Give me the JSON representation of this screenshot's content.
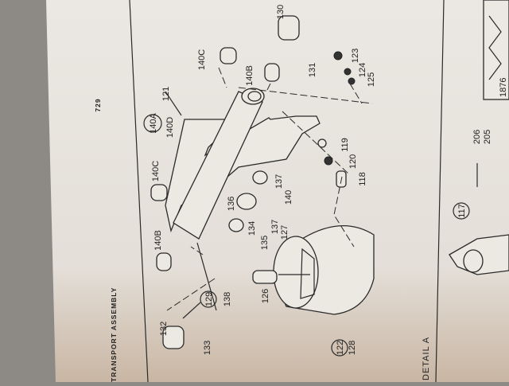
{
  "page": {
    "page_number": "729",
    "section_title": "TRANSPORT ASSEMBLY",
    "detail_caption": "DETAIL A",
    "next_figure_label": "1876"
  },
  "callouts": {
    "p130": "130",
    "p140c_top": "140C",
    "p140b_top": "140B",
    "p131": "131",
    "p123": "123",
    "p124": "124",
    "p125": "125",
    "p121": "121",
    "p140a": "140A",
    "p140d": "140D",
    "p119": "119",
    "p120": "120",
    "p118": "118",
    "p140c_left": "140C",
    "p137_upper": "137",
    "p140": "140",
    "p136": "136",
    "p134": "134",
    "p135": "135",
    "p137_lower": "137",
    "p127": "127",
    "p140b_left": "140B",
    "p129": "129",
    "p138": "138",
    "p126": "126",
    "p132": "132",
    "p133": "133",
    "p122": "122",
    "p128": "128",
    "p117": "117",
    "p206": "206",
    "p205": "205"
  },
  "colors": {
    "paper": "#e9e6e0",
    "ink": "#222222",
    "background": "#8d8a86"
  }
}
